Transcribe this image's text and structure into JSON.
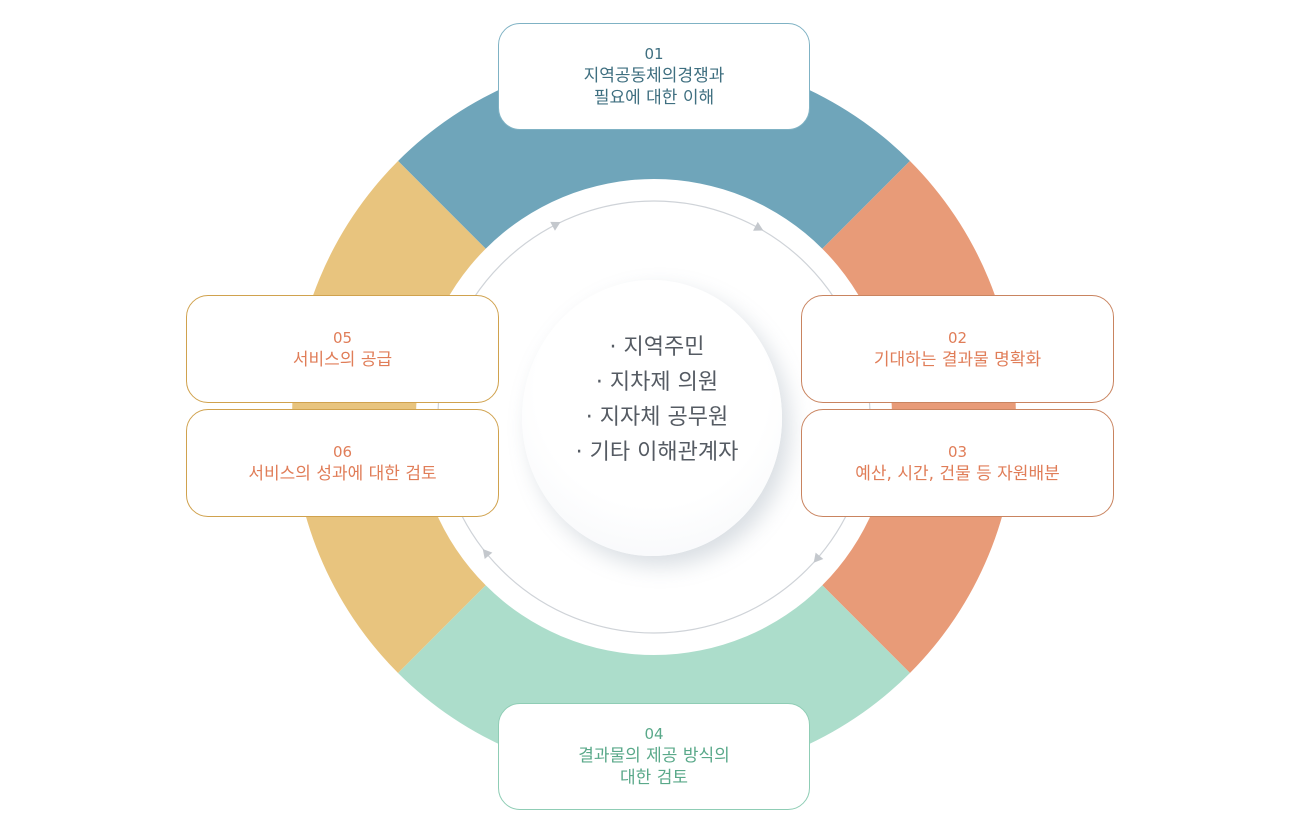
{
  "center": {
    "items": [
      "· 지역주민",
      "· 지차제 의원",
      "· 지자체 공무원",
      "· 기타 이해관계자"
    ]
  },
  "colors": {
    "blue": "#6fa5ba",
    "orange": "#e89b78",
    "green": "#acddcb",
    "yellow": "#e8c47e",
    "blue_text": "#3f6f80",
    "orange_text": "#e07d58",
    "green_text": "#5aa98a",
    "orange_border": "#c98460",
    "yellow_border": "#d0a24e",
    "blue_border": "#7fb2c4",
    "green_border": "#8fcdb5"
  },
  "steps": [
    {
      "num": "01",
      "lines": [
        "지역공동체의경쟁과",
        "필요에 대한 이해"
      ]
    },
    {
      "num": "02",
      "lines": [
        "기대하는 결과물 명확화"
      ]
    },
    {
      "num": "03",
      "lines": [
        "예산, 시간, 건물 등 자원배분"
      ]
    },
    {
      "num": "04",
      "lines": [
        "결과물의 제공 방식의",
        "대한 검토"
      ]
    },
    {
      "num": "05",
      "lines": [
        "서비스의 공급"
      ]
    },
    {
      "num": "06",
      "lines": [
        "서비스의 성과에 대한 검토"
      ]
    }
  ]
}
